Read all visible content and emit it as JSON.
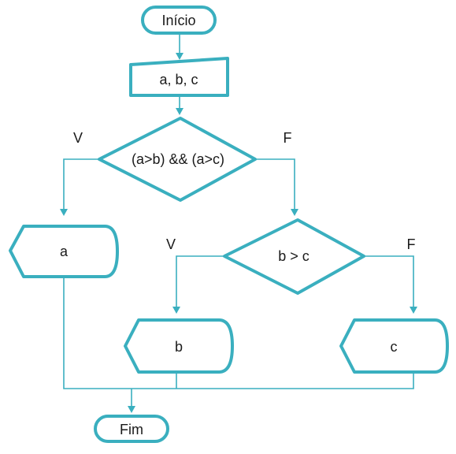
{
  "diagram": {
    "start": "Início",
    "input": "a, b, c",
    "decision1": "(a>b) && (a>c)",
    "decision1_true": "V",
    "decision1_false": "F",
    "decision2": "b > c",
    "decision2_true": "V",
    "decision2_false": "F",
    "output_a": "a",
    "output_b": "b",
    "output_c": "c",
    "end": "Fim"
  },
  "colors": {
    "accent": "#3AAFBF",
    "text": "#1a1a1a",
    "background": "#ffffff"
  }
}
